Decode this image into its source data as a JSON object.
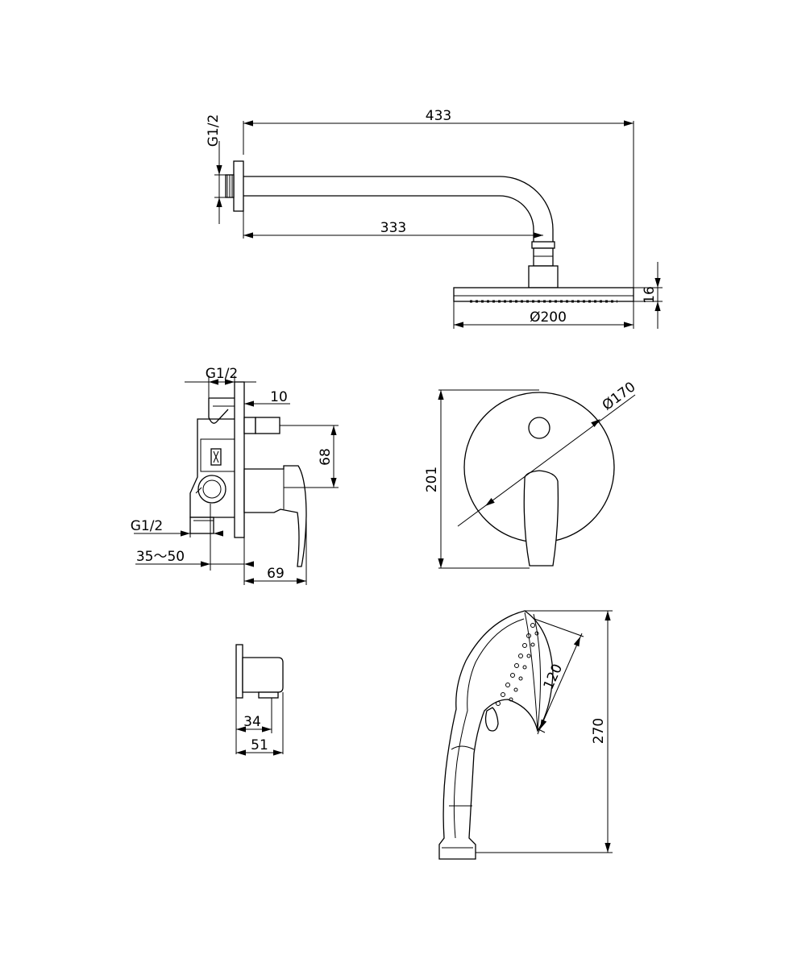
{
  "dimensions": {
    "arm_length_total": "433",
    "arm_length_horizontal": "333",
    "arm_thread": "G1/2",
    "head_thickness": "16",
    "head_diameter": "Ø200",
    "valve_top_thread": "G1/2",
    "valve_top_offset": "10",
    "valve_outlet_spacing": "68",
    "valve_bottom_thread": "G1/2",
    "wall_depth_range": "35～50",
    "handle_projection": "69",
    "plate_height": "201",
    "plate_diameter": "Ø170",
    "elbow_depth_inner": "34",
    "elbow_depth_outer": "51",
    "hand_shower_head_width": "120",
    "hand_shower_length": "270"
  }
}
